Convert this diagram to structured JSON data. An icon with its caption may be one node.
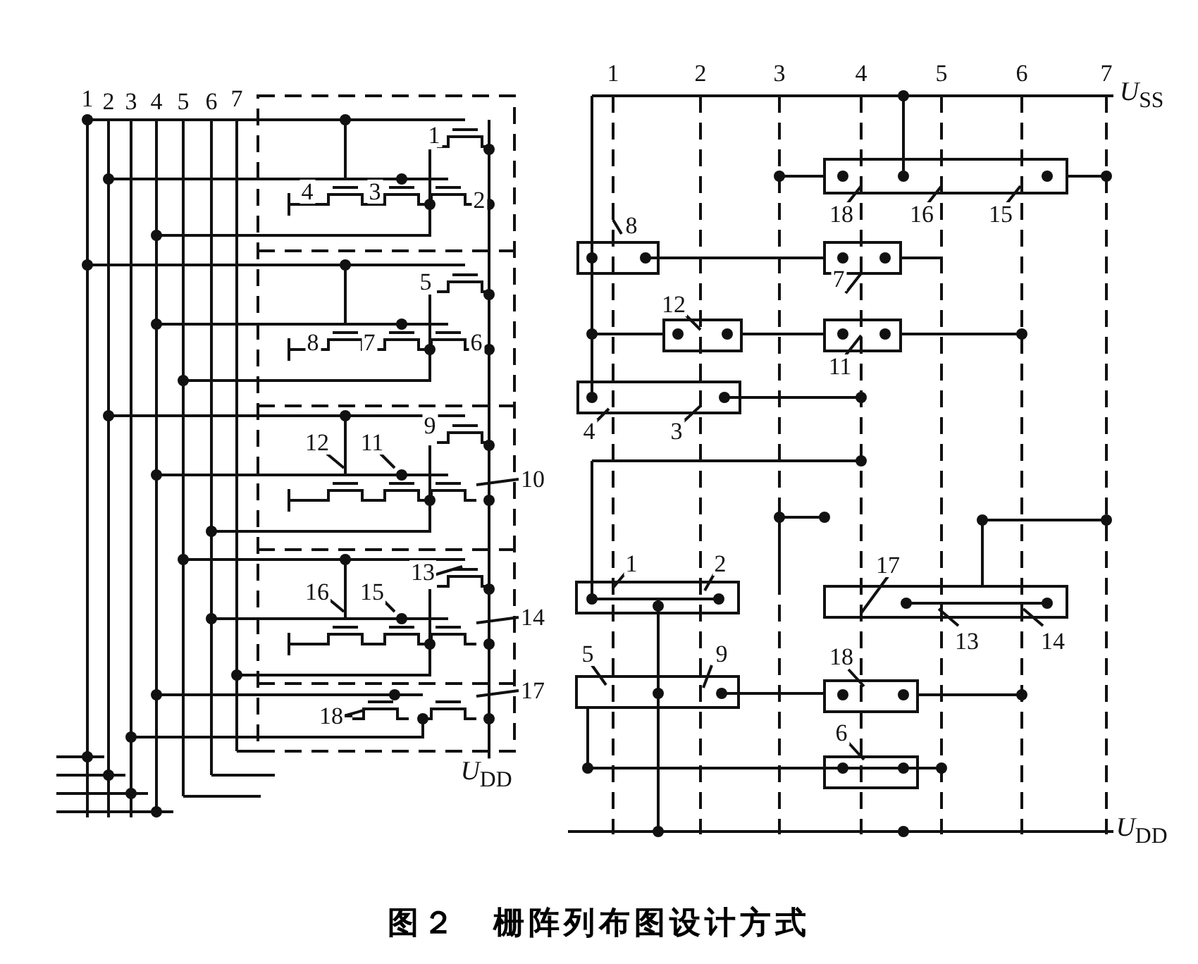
{
  "diagram": {
    "caption": "图２　栅阵列布图设计方式",
    "labels": [
      "1",
      "2",
      "3",
      "4",
      "5",
      "6",
      "7",
      "1",
      "4",
      "3",
      "2",
      "5",
      "8",
      "7",
      "6",
      "9",
      "12",
      "11",
      "10",
      "13",
      "16",
      "15",
      "14",
      "18",
      "17",
      "*U*$_{DD}$",
      "1",
      "2",
      "3",
      "4",
      "5",
      "6",
      "7",
      "*U*$_{SS}$",
      "18",
      "16",
      "15",
      "8",
      "7",
      "12",
      "11",
      "4",
      "3",
      "1",
      "2",
      "17",
      "13",
      "14",
      "5",
      "9",
      "18",
      "6",
      "*U*$_{DD}$"
    ]
  }
}
